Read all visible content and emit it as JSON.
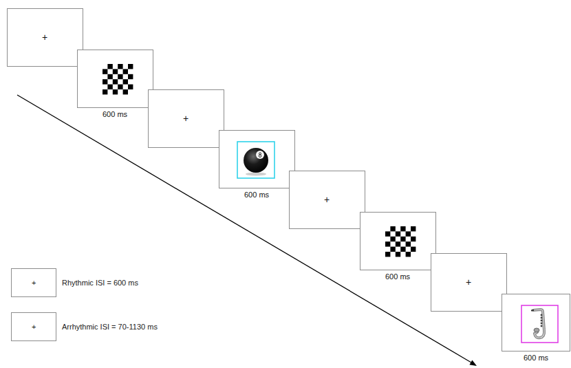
{
  "diagram": {
    "nodes": [
      {
        "text": [
          "+"
        ]
      },
      {
        "text": [
          "600 ms"
        ]
      },
      {
        "text": [
          "+"
        ]
      },
      {
        "text": [
          "600 ms"
        ]
      },
      {
        "text": [
          "+"
        ]
      },
      {
        "text": [
          "600 ms"
        ]
      },
      {
        "text": [
          "+"
        ]
      },
      {
        "text": [
          "600 ms"
        ]
      },
      {
        "text": [
          "+"
        ]
      },
      {
        "text": [
          "+"
        ]
      }
    ],
    "legend": [
      {
        "text": "Rhythmic ISI = 600 ms"
      },
      {
        "text": "Arrhythmic ISI = 70-1130 ms"
      }
    ]
  }
}
